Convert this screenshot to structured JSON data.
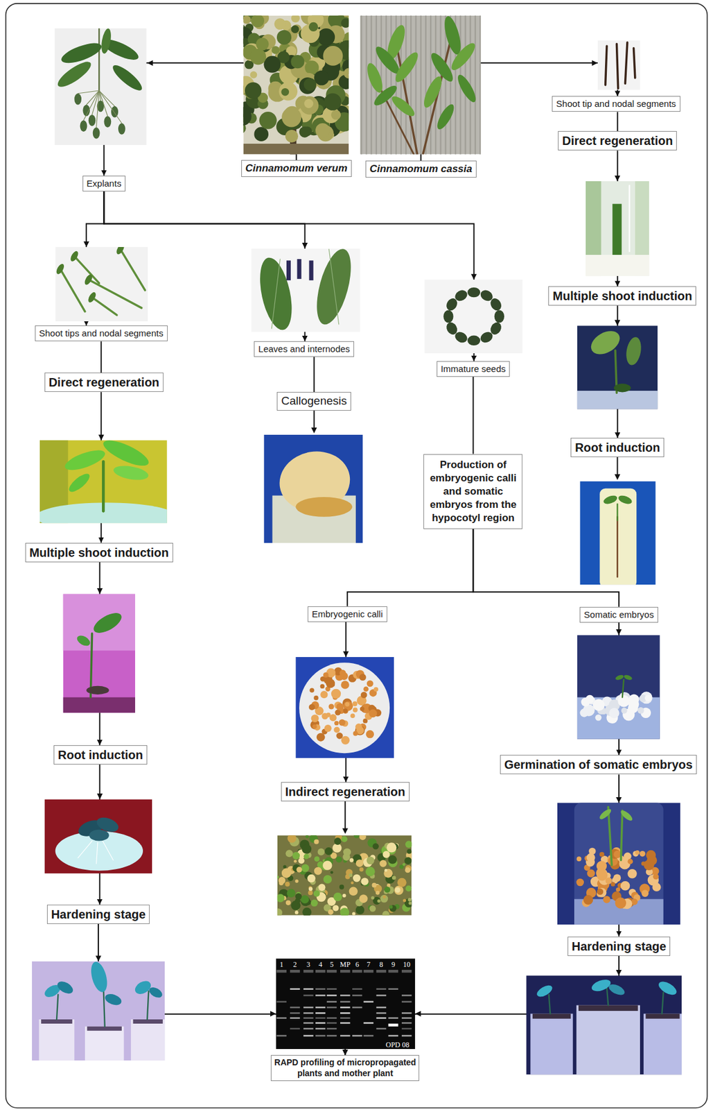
{
  "diagram": {
    "nodes": [
      {
        "text": [
          "Cinnamomum verum"
        ]
      },
      {
        "text": [
          "Cinnamomum cassia"
        ]
      },
      {
        "text": [
          "Shoot tip and nodal segments"
        ]
      },
      {
        "text": [
          "Direct regeneration"
        ]
      },
      {
        "text": [
          "Explants"
        ]
      },
      {
        "text": [
          "Multiple shoot induction"
        ]
      },
      {
        "text": [
          "Shoot tips and nodal segments"
        ]
      },
      {
        "text": [
          "Leaves and internodes"
        ]
      },
      {
        "text": [
          "Immature seeds"
        ]
      },
      {
        "text": [
          "Direct regeneration"
        ]
      },
      {
        "text": [
          "Callogenesis"
        ]
      },
      {
        "text": [
          "Production of embryogenic calli and somatic embryos from the hypocotyl region"
        ]
      },
      {
        "text": [
          "Root induction"
        ]
      },
      {
        "text": [
          "Multiple shoot induction"
        ]
      },
      {
        "text": [
          "Embryogenic calli"
        ]
      },
      {
        "text": [
          "Somatic embryos"
        ]
      },
      {
        "text": [
          "Root induction"
        ]
      },
      {
        "text": [
          "Germination of somatic embryos"
        ]
      },
      {
        "text": [
          "Indirect regeneration"
        ]
      },
      {
        "text": [
          "Hardening stage"
        ]
      },
      {
        "text": [
          "Hardening stage"
        ]
      },
      {
        "text": [
          "RAPD profiling of micropropagated plants and mother plant"
        ]
      }
    ],
    "edges": [
      {
        "from": 0,
        "to": 4,
        "arrow": "to"
      },
      {
        "from": 1,
        "to": 2,
        "arrow": "to"
      },
      {
        "from": 2,
        "to": 3,
        "arrow": "none"
      },
      {
        "from": 3,
        "to": 5,
        "arrow": "to"
      },
      {
        "from": 5,
        "to": 12,
        "arrow": "to"
      },
      {
        "from": 4,
        "to": 6,
        "arrow": "to"
      },
      {
        "from": 4,
        "to": 7,
        "arrow": "to"
      },
      {
        "from": 4,
        "to": 8,
        "arrow": "to"
      },
      {
        "from": 6,
        "to": 9,
        "arrow": "none"
      },
      {
        "from": 9,
        "to": 13,
        "arrow": "to"
      },
      {
        "from": 7,
        "to": 10,
        "arrow": "none"
      },
      {
        "from": 8,
        "to": 11,
        "arrow": "none"
      },
      {
        "from": 11,
        "to": 14,
        "arrow": "none"
      },
      {
        "from": 11,
        "to": 15,
        "arrow": "none"
      },
      {
        "from": 13,
        "to": 16,
        "arrow": "to"
      },
      {
        "from": 14,
        "to": 18,
        "arrow": "to"
      },
      {
        "from": 15,
        "to": 17,
        "arrow": "to"
      },
      {
        "from": 16,
        "to": 19,
        "arrow": "to"
      },
      {
        "from": 17,
        "to": 20,
        "arrow": "to"
      },
      {
        "from": 19,
        "to": 21,
        "arrow": "to"
      },
      {
        "from": 20,
        "to": 21,
        "arrow": "to"
      }
    ],
    "labels": [
      "1",
      "2",
      "3",
      "4",
      "5",
      "MP",
      "6",
      "7",
      "8",
      "9",
      "10",
      "OPD 08"
    ]
  }
}
